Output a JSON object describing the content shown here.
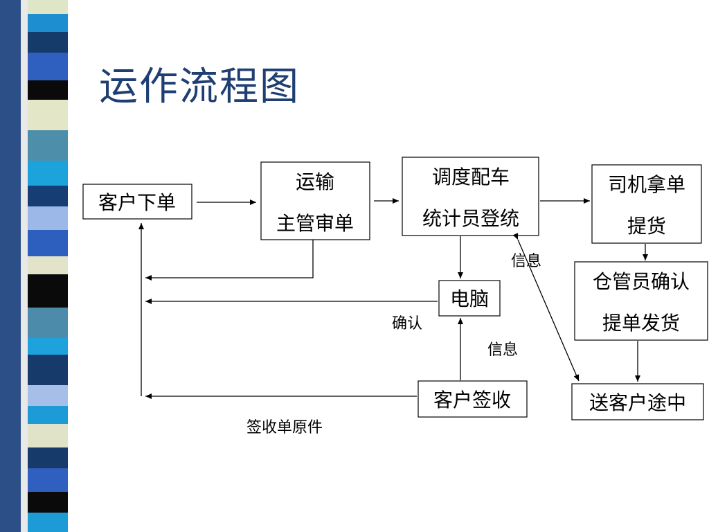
{
  "slide": {
    "title": "运作流程图"
  },
  "nodes": {
    "customer_order": "客户下单",
    "transport_review": [
      "运输",
      "主管审单"
    ],
    "dispatch": [
      "调度配车",
      "统计员登统"
    ],
    "driver_pickup": [
      "司机拿单",
      "提货"
    ],
    "warehouse_confirm": [
      "仓管员确认",
      "提单发货"
    ],
    "computer": "电脑",
    "in_transit": "送客户途中",
    "customer_sign": "客户签收"
  },
  "edge_labels": {
    "info_dispatch": "信息",
    "confirm": "确认",
    "info_sign": "信息",
    "signed_original": "签收单原件"
  },
  "colors": {
    "title": "#1f3f73",
    "box_border": "#000000",
    "line": "#000000"
  }
}
